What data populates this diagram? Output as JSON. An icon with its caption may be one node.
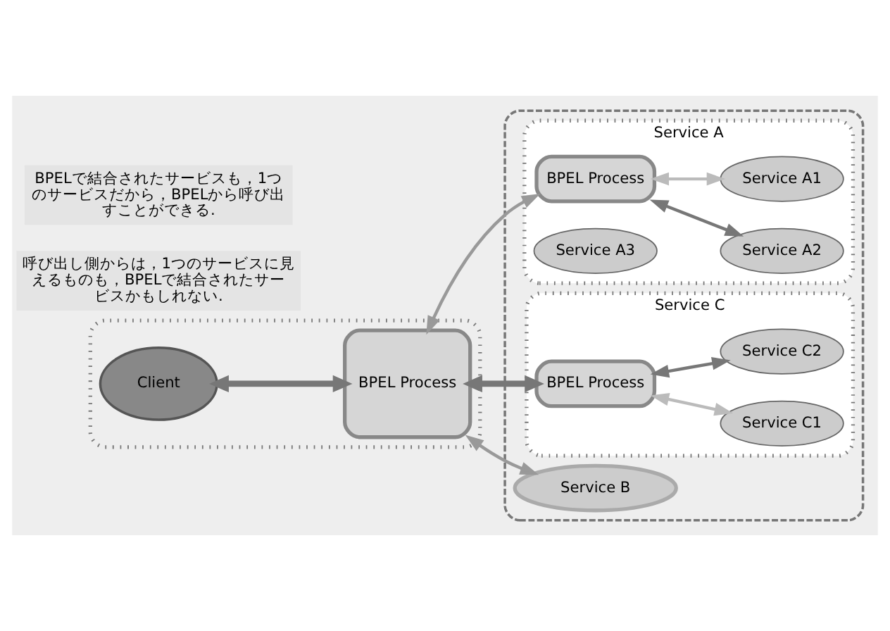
{
  "diagram": {
    "nodes": [
      {
        "text": [],
        "shape": "box"
      },
      {
        "text": [
          "Client"
        ],
        "in": 0
      },
      {
        "text": [
          "BPEL Process"
        ],
        "in": 0
      },
      {
        "text": [],
        "shape": "box"
      },
      {
        "text": [
          "Service A"
        ],
        "in": 3
      },
      {
        "text": [
          "BPEL Process"
        ],
        "in": 4
      },
      {
        "text": [
          "Service A3"
        ],
        "in": 4
      },
      {
        "text": [
          "Service A2"
        ],
        "in": 4
      },
      {
        "text": [
          "Service A1"
        ],
        "in": 4
      },
      {
        "text": [
          "Service B"
        ],
        "in": 3
      },
      {
        "text": [
          "Service C"
        ],
        "in": 3
      },
      {
        "text": [
          "BPEL Process"
        ],
        "in": 10
      },
      {
        "text": [
          "Service C1"
        ],
        "in": 10
      },
      {
        "text": [
          "Service C2"
        ],
        "in": 10
      },
      {
        "text": [
          "呼び出し側からは，1つのサービスに見えるものも，BPELで結合されたサービスかもしれない."
        ]
      },
      {
        "text": [
          "BPELで結合されたサービスも，1つのサービスだから，BPELから呼び出すことができる."
        ]
      }
    ],
    "edges": [
      {
        "from": 1,
        "to": 2,
        "arrow": "both",
        "style": "thick",
        "color": "#777777"
      },
      {
        "from": 2,
        "to": 5,
        "arrow": "both"
      },
      {
        "from": 2,
        "to": 9,
        "arrow": "both"
      },
      {
        "from": 2,
        "to": 11,
        "arrow": "both",
        "style": "thick",
        "color": "#777777"
      },
      {
        "from": 5,
        "to": 7,
        "arrow": "both",
        "color": "#777777"
      },
      {
        "from": 5,
        "to": 8,
        "arrow": "both",
        "color": "#bbbbbb"
      },
      {
        "from": 11,
        "to": 12,
        "arrow": "both",
        "color": "#bbbbbb"
      },
      {
        "from": 11,
        "to": 13,
        "arrow": "both",
        "color": "#777777"
      }
    ]
  }
}
